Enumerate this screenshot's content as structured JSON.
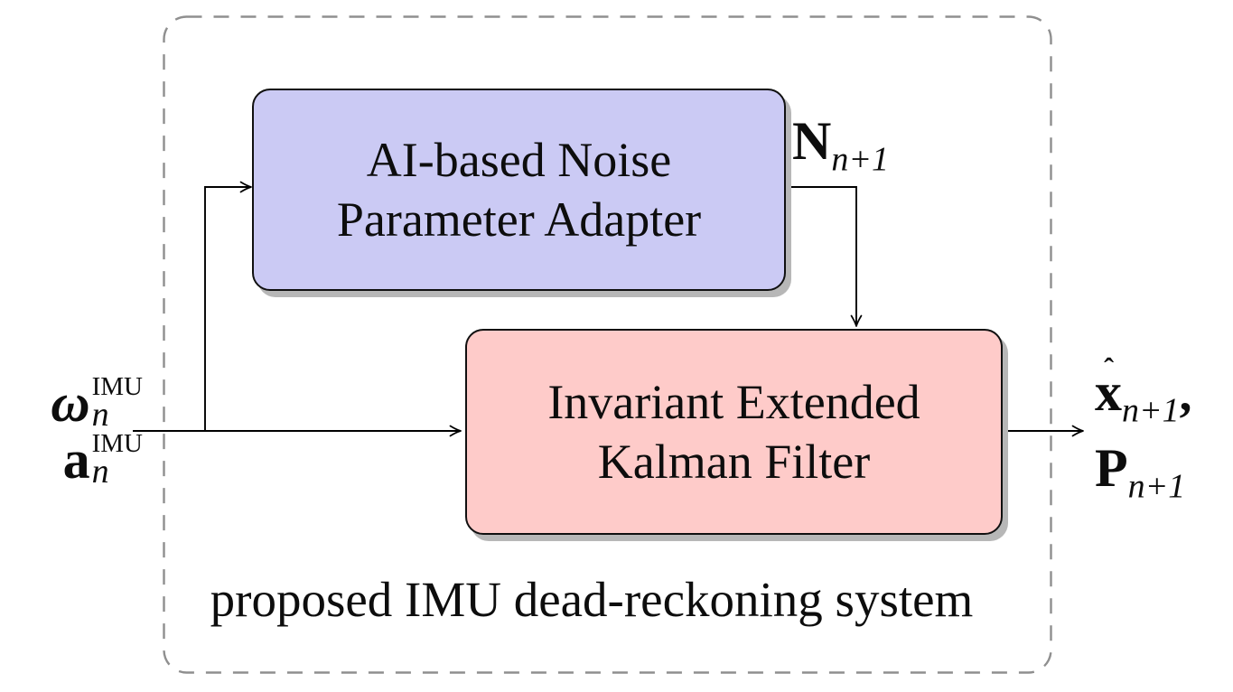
{
  "figure": {
    "caption": "proposed IMU dead-reckoning system",
    "boxes": {
      "adapter": {
        "line1": "AI-based Noise",
        "line2": "Parameter Adapter",
        "fill": "#cbcaf4"
      },
      "filter": {
        "line1": "Invariant Extended",
        "line2": "Kalman Filter",
        "fill": "#fecbc9"
      }
    },
    "labels": {
      "gyro": {
        "base": "ω",
        "sup": "IMU",
        "sub": "n"
      },
      "accel": {
        "base": "a",
        "sup": "IMU",
        "sub": "n"
      },
      "noise": {
        "base": "N",
        "sub": "n+1"
      },
      "state": {
        "hat": "ˆ",
        "base": "x",
        "sub": "n+1",
        "comma": ","
      },
      "cov": {
        "base": "P",
        "sub": "n+1"
      }
    },
    "colors": {
      "adapter_fill": "#cbcaf4",
      "filter_fill": "#fecbc9",
      "box_border": "#101010",
      "shadow": "#b7b7b7",
      "boundary_dash": "#8f8f8f",
      "connector": "#000000",
      "background": "#ffffff",
      "text": "#0d0d0d"
    }
  }
}
